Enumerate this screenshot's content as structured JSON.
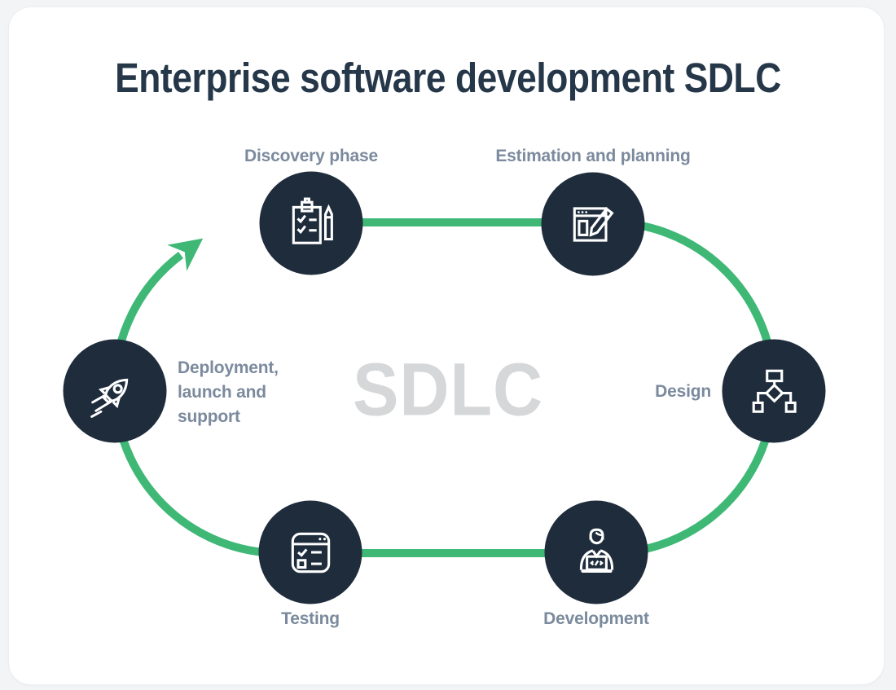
{
  "title": "Enterprise software development SDLC",
  "center_label": "SDLC",
  "diagram_type": "cycle",
  "phases": [
    {
      "id": "discovery",
      "label": "Discovery phase",
      "icon": "clipboard-checklist-pencil-icon",
      "label_position": "above"
    },
    {
      "id": "estimation",
      "label": "Estimation and planning",
      "icon": "window-pencil-icon",
      "label_position": "above"
    },
    {
      "id": "design",
      "label": "Design",
      "icon": "flowchart-icon",
      "label_position": "left"
    },
    {
      "id": "development",
      "label": "Development",
      "icon": "developer-laptop-code-icon",
      "label_position": "below"
    },
    {
      "id": "testing",
      "label": "Testing",
      "icon": "checklist-window-icon",
      "label_position": "below"
    },
    {
      "id": "deployment",
      "label": "Deployment,\nlaunch and\nsupport",
      "icon": "rocket-icon",
      "label_position": "right"
    }
  ],
  "colors": {
    "accent_green": "#3FB876",
    "circle_navy": "#1E2C3C",
    "label_gray": "#7B8A9D",
    "title_navy": "#253749",
    "watermark_gray": "#D5D7D9"
  }
}
